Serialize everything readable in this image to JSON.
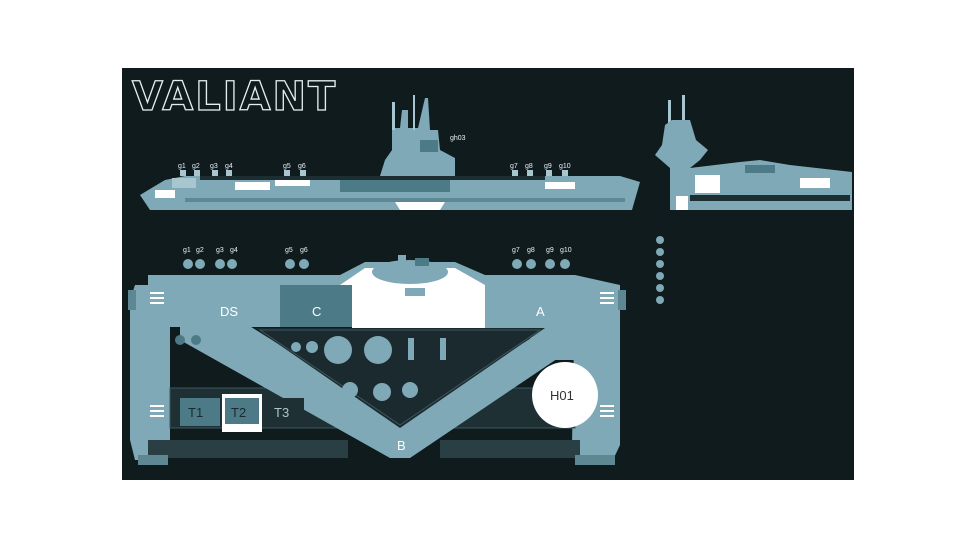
{
  "title": "VALIANT",
  "colors": {
    "background": "#0f1b1d",
    "hull": "#7fa9b6",
    "hull_dark": "#4d7a87",
    "hull_mid": "#a8c6cf",
    "white": "#ffffff",
    "outline": "#e4eef0"
  },
  "profile_labels": {
    "left": [
      "g1",
      "g2",
      "g3",
      "g4",
      "g5",
      "g6"
    ],
    "right": [
      "g7",
      "g8",
      "g9",
      "g10"
    ],
    "tower": "gh03"
  },
  "plan_labels": {
    "left": [
      "g1",
      "g2",
      "g3",
      "g4",
      "g5",
      "g6"
    ],
    "right": [
      "g7",
      "g8",
      "g9",
      "g10"
    ]
  },
  "zones": {
    "ds": "DS",
    "c": "C",
    "a": "A",
    "b": "B",
    "h01": "H01",
    "t1": "T1",
    "t2": "T2",
    "t3": "T3"
  }
}
